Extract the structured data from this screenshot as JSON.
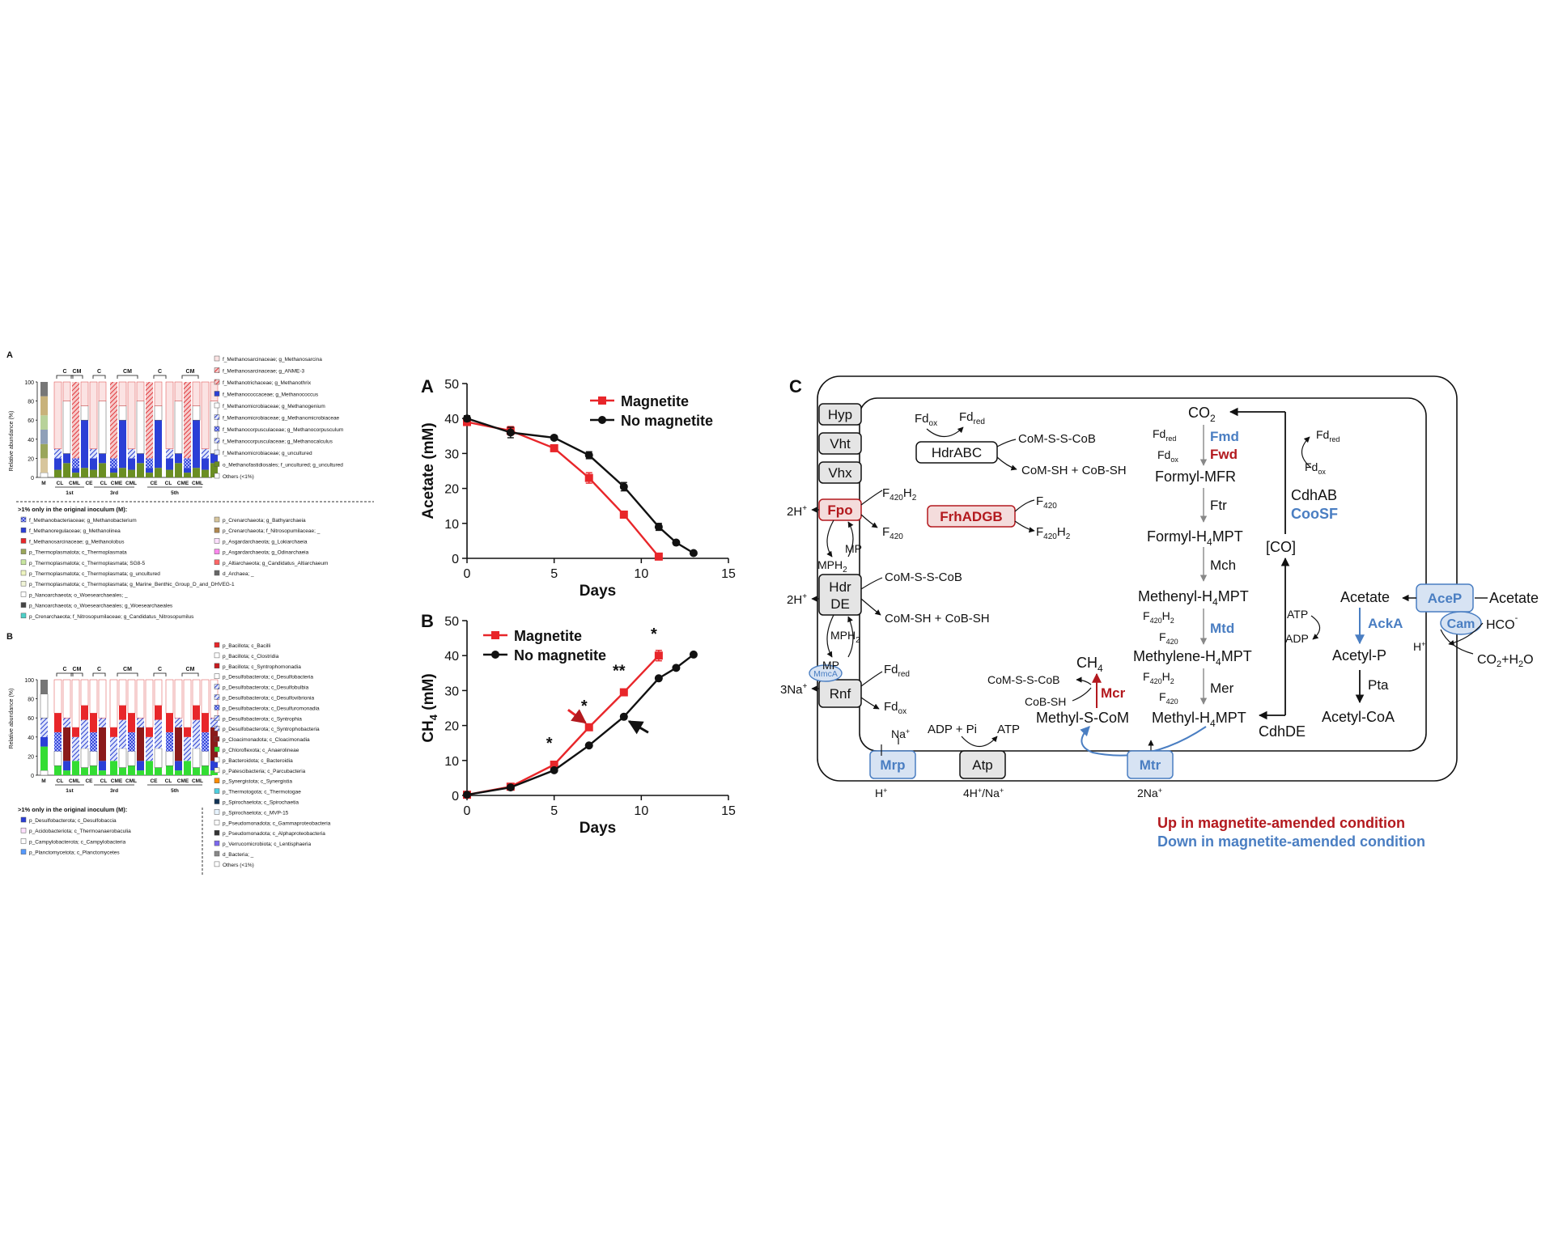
{
  "panels": {
    "A_left": "A",
    "B_left": "B",
    "A_mid": "A",
    "B_mid": "B",
    "C": "C"
  },
  "stack_top": {
    "ylabel": "Relative abundance (%)",
    "yticks": [
      "100",
      "80",
      "60",
      "40",
      "20",
      "0"
    ],
    "groups": [
      "C",
      "CM",
      "C",
      "CM",
      "C",
      "CM"
    ],
    "xlabels": [
      "M",
      "CL",
      "CML",
      "CE",
      "CL",
      "CME",
      "CML",
      "CE",
      "CL",
      "CME",
      "CML"
    ],
    "transfers": [
      "1st",
      "3rd",
      "5th"
    ],
    "legend": [
      "f_Methanosarcinaceae; g_Methanosarcina",
      "f_Methanosarcinaceae; g_ANME-3",
      "f_Methanotrichaceae; g_Methanothrix",
      "f_Methanococcaceae; g_Methanococcus",
      "f_Methanomicrobiaceae; g_Methanogenium",
      "f_Methanomicrobiaceae; g_Methanomicrobiaceae",
      "f_Methanocorpusculaceae; g_Methanocorpusculum",
      "f_Methanocorpusculaceae; g_Methanocalculus",
      "f_Methanomicrobiaceae; g_uncultured",
      "o_Methanofastidiosales; f_uncultured; g_uncultured",
      "Others (<1%)"
    ],
    "only_title": ">1% only in the original inoculum (M):",
    "only_col1": [
      "f_Methanobacteriaceae; g_Methanobacterium",
      "f_Methanoregulaceae; g_Methanolinea",
      "f_Methanosarcinaceae; g_Methanolobus",
      "p_Thermoplasmatota; c_Thermoplasmata",
      "p_Thermoplasmatota; c_Thermoplasmata; SG8-5",
      "p_Thermoplasmatota; c_Thermoplasmata; g_uncultured",
      "p_Thermoplasmatota; c_Thermoplasmata; g_Marine_Benthic_Group_D_and_DHVEG-1",
      "p_Nanoarchaeota; o_Woesearchaeales; _",
      "p_Nanoarchaeota; o_Woesearchaeales; g_Woesearchaeales",
      "p_Crenarchaeota; f_Nitrosopumilaceae; g_Candidatus_Nitrosopumilus"
    ],
    "only_col2": [
      "p_Crenarchaeota; g_Bathyarchaeia",
      "p_Crenarchaeota; f_Nitrosopumilaceae; _",
      "p_Asgardarchaeota; g_Lokiarchaeia",
      "p_Asgardarchaeota; g_Odinarchaeia",
      "p_Altiarchaeota; g_Candidatus_Altiarchaeum",
      "d_Archaea; _"
    ]
  },
  "stack_bottom": {
    "ylabel": "Relative abundance (%)",
    "yticks": [
      "100",
      "80",
      "60",
      "40",
      "20",
      "0"
    ],
    "groups": [
      "C",
      "CM",
      "C",
      "CM",
      "C",
      "CM"
    ],
    "xlabels": [
      "M",
      "CL",
      "CML",
      "CE",
      "CL",
      "CME",
      "CML",
      "CE",
      "CL",
      "CME",
      "CML"
    ],
    "transfers": [
      "1st",
      "3rd",
      "5th"
    ],
    "legend": [
      "p_Bacillota; c_Bacilli",
      "p_Bacillota; c_Clostridia",
      "p_Bacillota; c_Syntrophomonadia",
      "p_Desulfobacterota; c_Desulfobacteria",
      "p_Desulfobacterota; c_Desulfobulbia",
      "p_Desulfobacterota; c_Desulfovibrionia",
      "p_Desulfobacterota; c_Desulfuromonadia",
      "p_Desulfobacterota; c_Syntrophia",
      "p_Desulfobacterota; c_Syntrophobacteria",
      "p_Cloacimonadota; c_Cloacimonadia",
      "p_Chloroflexota; c_Anaerolineae",
      "p_Bacteroidota; c_Bacteroidia",
      "p_Patescibacteria; c_Parcubacteria",
      "p_Synergistota; c_Synergistia",
      "p_Thermotogota; c_Thermotogae",
      "p_Spirochaetota; c_Spirochaetia",
      "p_Spirochaetota; c_MVP-15",
      "p_Pseudomonadota; c_Gammaproteobacteria",
      "p_Pseudomonadota; c_Alphaproteobacteria",
      "p_Verrucomicrobiota; c_Lentisphaeria",
      "d_Bacteria; _",
      "Others (<1%)"
    ],
    "only_title": ">1% only in the original inoculum (M):",
    "only_col1": [
      "p_Desulfobacterota; c_Desulfobaccia",
      "p_Acidobacteriota; c_Thermoanaerobaculia",
      "p_Campylobacterota; c_Campylobacteria",
      "p_Planctomycetota; c_Planctomycetes"
    ]
  },
  "chart_data": [
    {
      "type": "line",
      "panel": "A",
      "ylabel": "Acetate (mM)",
      "xlabel": "Days",
      "xlim": [
        0,
        15
      ],
      "ylim": [
        0,
        50
      ],
      "xticks": [
        "0",
        "5",
        "10",
        "15"
      ],
      "yticks": [
        "0",
        "10",
        "20",
        "30",
        "40",
        "50"
      ],
      "series": [
        {
          "name": "Magnetite",
          "color": "#e8262a",
          "marker": "square",
          "x": [
            0,
            2.5,
            5,
            7,
            9,
            11
          ],
          "y": [
            39,
            36.5,
            31.5,
            23,
            12.5,
            0.5
          ],
          "err": [
            1,
            1.2,
            0.8,
            1.5,
            1,
            0.3
          ]
        },
        {
          "name": "No magnetite",
          "color": "#111111",
          "marker": "circle",
          "x": [
            0,
            2.5,
            5,
            7,
            9,
            11,
            12,
            13
          ],
          "y": [
            40,
            36,
            34.5,
            29.5,
            20.5,
            9,
            4.5,
            1.5
          ],
          "err": [
            0.8,
            1.5,
            0.6,
            1,
            1.2,
            1,
            0.3,
            0.3
          ]
        }
      ]
    },
    {
      "type": "line",
      "panel": "B",
      "ylabel": "CH4 (mM)",
      "xlabel": "Days",
      "xlim": [
        0,
        15
      ],
      "ylim": [
        0,
        50
      ],
      "xticks": [
        "0",
        "5",
        "10",
        "15"
      ],
      "yticks": [
        "0",
        "10",
        "20",
        "30",
        "40",
        "50"
      ],
      "series": [
        {
          "name": "Magnetite",
          "color": "#e8262a",
          "marker": "square",
          "x": [
            0,
            2.5,
            5,
            7,
            9,
            11
          ],
          "y": [
            0.2,
            2.5,
            8.8,
            19.5,
            29.5,
            40
          ],
          "err": [
            0.1,
            0.3,
            0.5,
            0.8,
            0.6,
            1.5
          ]
        },
        {
          "name": "No magnetite",
          "color": "#111111",
          "marker": "circle",
          "x": [
            0,
            2.5,
            5,
            7,
            9,
            11,
            12,
            13
          ],
          "y": [
            0.2,
            2.3,
            7.2,
            14.3,
            22.5,
            33.5,
            36.5,
            40.3
          ],
          "err": [
            0.1,
            0.2,
            0.3,
            0.4,
            0.6,
            0.5,
            0.4,
            0.5
          ]
        }
      ],
      "annotations": [
        "*",
        "*",
        "**",
        "*"
      ]
    }
  ],
  "pathway": {
    "boxes": [
      "Hyp",
      "Vht",
      "Vhx",
      "Fpo",
      "Hdr",
      "DE",
      "Rnf",
      "HdrABC",
      "FrhADGB",
      "Mrp",
      "Atp",
      "Mtr",
      "AceP",
      "MmcA",
      "Cam"
    ],
    "metabolites": {
      "co2": "CO",
      "formyl_mfr": "Formyl-MFR",
      "formyl_h4mpt": "Formyl-H",
      "methenyl": "Methenyl-H",
      "methylene": "Methylene-H",
      "methyl_h4mpt": "Methyl-H",
      "methyl_scom": "Methyl-S-CoM",
      "ch4": "CH",
      "acetate": "Acetate",
      "acetate_out": "Acetate",
      "acetyl_p": "Acetyl-P",
      "acetyl_coa": "Acetyl-CoA",
      "co": "[CO]",
      "hco3": "HCO",
      "co2h2o": "CO",
      "h2o": "+H",
      "mpt4": "4",
      "mpt_tail": "MPT"
    },
    "enzymes": {
      "fmd": "Fmd",
      "fwd": "Fwd",
      "ftr": "Ftr",
      "mch": "Mch",
      "mtd": "Mtd",
      "mer": "Mer",
      "mcr": "Mcr",
      "cdhab": "CdhAB",
      "coosf": "CooSF",
      "cdhde": "CdhDE",
      "acka": "AckA",
      "pta": "Pta"
    },
    "cofactors": {
      "fd_ox": "Fd",
      "fd_red": "Fd",
      "ox": "ox",
      "red": "red",
      "f420": "F",
      "f420_sub": "420",
      "h2": "H",
      "comsscob": "CoM-S-S-CoB",
      "comsh": "CoM-SH + CoB-SH",
      "cobsh": "CoB-SH",
      "mp": "MP",
      "mph2": "MPH",
      "atp": "ATP",
      "adp": "ADP",
      "adppi": "ADP + Pi",
      "h": "H",
      "hplus": "2H",
      "na3": "3Na",
      "na": "Na",
      "h4na": "4H",
      "slash_na": "/Na",
      "na2": "2Na",
      "plus": "+",
      "two": "2"
    },
    "legend_up": "Up in magnetite-amended condition",
    "legend_down": "Down in magnetite-amended condition",
    "colors": {
      "up": "#b3191e",
      "down": "#4a7ec2",
      "box_up_fill": "#f4dcdc",
      "box_down_fill": "#d7e3f3"
    }
  }
}
